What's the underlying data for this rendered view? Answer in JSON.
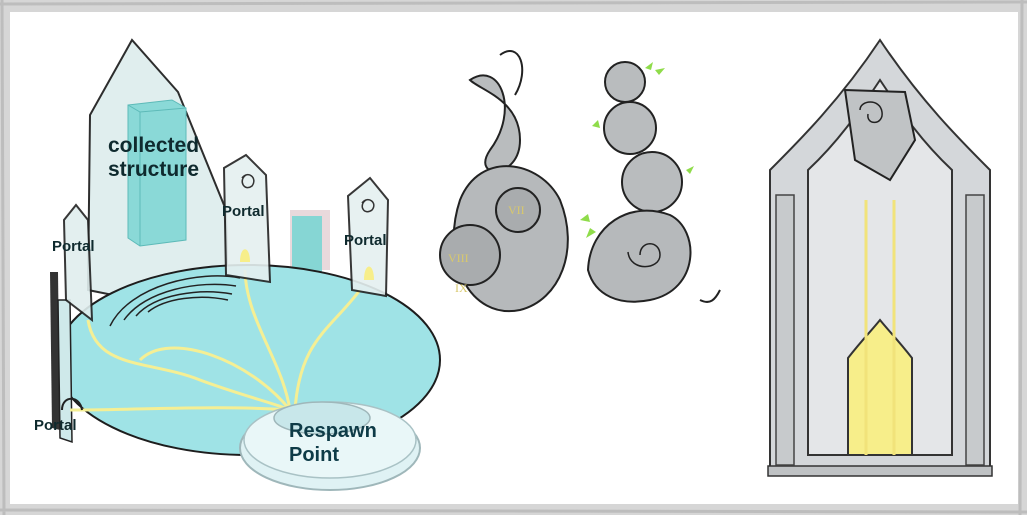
{
  "labels": {
    "collected_structure_line1": "collected",
    "collected_structure_line2": "structure",
    "portal_top_center": "Portal",
    "portal_left": "Portal",
    "portal_right": "Portal",
    "portal_bottom_left": "Portal",
    "respawn_line1": "Respawn",
    "respawn_line2": "Point"
  },
  "roman_numerals": {
    "numeral_a": "VII",
    "numeral_b": "VIII",
    "numeral_c": "IX"
  },
  "colors": {
    "border": "#cfcfcf",
    "platform": "#9fe3e6",
    "glass": "#d5ecec",
    "block": "#7fd8d6",
    "path": "#f6f39a",
    "stone": "#b9bcbe",
    "stone_dark": "#8e9193",
    "leaf": "#8fdc4a",
    "glow": "#f7ee8a"
  }
}
